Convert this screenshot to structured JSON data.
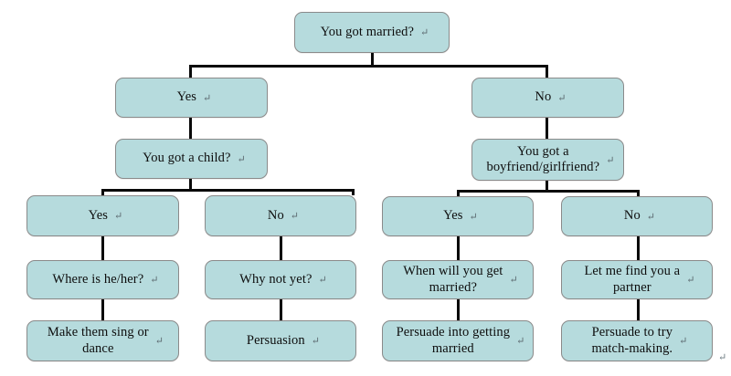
{
  "diagram": {
    "title": "Marriage conversation decision flowchart",
    "style": {
      "node_fill": "#b6dbdd",
      "node_border": "#8a8a8a",
      "connector_color": "#0a0a0a",
      "text_color": "#0d0d0d",
      "background": "#ffffff"
    },
    "return_mark": "↵",
    "stray_return_mark": "↵",
    "nodes": [
      {
        "id": "root",
        "text": "You got married?"
      },
      {
        "id": "l1-yes",
        "text": "Yes"
      },
      {
        "id": "l1-no",
        "text": "No"
      },
      {
        "id": "child-q",
        "text": "You got a child?"
      },
      {
        "id": "partner-q",
        "text": "You got a\nboyfriend/girlfriend?"
      },
      {
        "id": "child-yes",
        "text": "Yes"
      },
      {
        "id": "child-no",
        "text": "No"
      },
      {
        "id": "partner-yes",
        "text": "Yes"
      },
      {
        "id": "partner-no",
        "text": "No"
      },
      {
        "id": "where-q",
        "text": "Where is he/her?"
      },
      {
        "id": "whynot-q",
        "text": "Why not yet?"
      },
      {
        "id": "whenmarried-q",
        "text": "When will you get\nmarried?"
      },
      {
        "id": "findpartner",
        "text": "Let me find you a\npartner"
      },
      {
        "id": "singdance",
        "text": "Make them sing or\ndance"
      },
      {
        "id": "persuasion",
        "text": "Persuasion"
      },
      {
        "id": "persuade-married",
        "text": "Persuade into getting\nmarried"
      },
      {
        "id": "persuade-match",
        "text": "Persuade to try\nmatch-making."
      }
    ]
  }
}
